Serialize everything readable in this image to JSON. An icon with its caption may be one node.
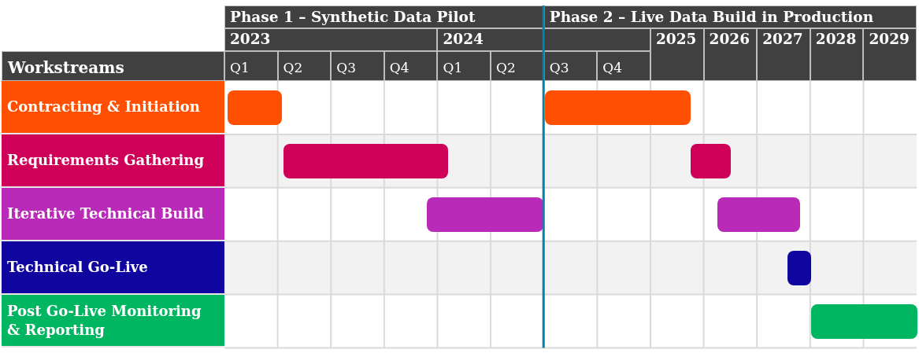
{
  "diagram": {
    "nodes": [
      {
        "text": [
          "Phase 1 – Synthetic Data Pilot"
        ]
      },
      {
        "text": [
          "Phase 2 – Live Data Build in Production"
        ]
      },
      {
        "text": [
          "2023"
        ]
      },
      {
        "text": [
          "2024"
        ]
      },
      {
        "text": [
          "2025"
        ]
      },
      {
        "text": [
          "2026"
        ]
      },
      {
        "text": [
          "2027"
        ]
      },
      {
        "text": [
          "2028"
        ]
      },
      {
        "text": [
          "2029"
        ]
      },
      {
        "text": [
          "Workstreams"
        ]
      },
      {
        "text": [
          "Q1"
        ]
      },
      {
        "text": [
          "Q2"
        ]
      },
      {
        "text": [
          "Q3"
        ]
      },
      {
        "text": [
          "Q4"
        ]
      },
      {
        "text": [
          "Q1"
        ]
      },
      {
        "text": [
          "Q2"
        ]
      },
      {
        "text": [
          "Q3"
        ]
      },
      {
        "text": [
          "Q4"
        ]
      },
      {
        "text": [
          "Contracting & Initiation"
        ]
      },
      {
        "text": [],
        "shape": "bar"
      },
      {
        "text": [],
        "shape": "bar"
      },
      {
        "text": [
          "Requirements Gathering"
        ]
      },
      {
        "text": [],
        "shape": "bar"
      },
      {
        "text": [],
        "shape": "bar"
      },
      {
        "text": [
          "Iterative Technical Build"
        ]
      },
      {
        "text": [],
        "shape": "bar"
      },
      {
        "text": [],
        "shape": "bar"
      },
      {
        "text": [
          "Technical Go-Live"
        ]
      },
      {
        "text": [],
        "shape": "bar"
      },
      {
        "text": [
          "Post Go-Live Monitoring & Reporting"
        ]
      },
      {
        "text": [],
        "shape": "bar"
      }
    ]
  }
}
